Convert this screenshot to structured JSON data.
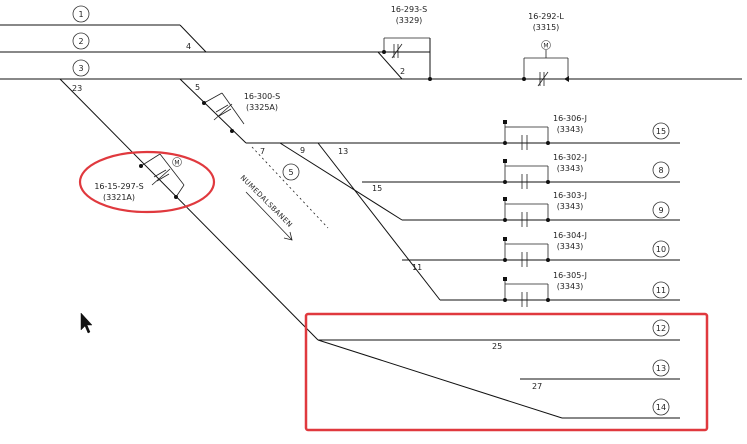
{
  "tracks": [
    {
      "id": "1",
      "label": "1"
    },
    {
      "id": "2",
      "label": "2"
    },
    {
      "id": "3",
      "label": "3"
    },
    {
      "id": "15",
      "label": "15"
    },
    {
      "id": "8",
      "label": "8"
    },
    {
      "id": "9",
      "label": "9"
    },
    {
      "id": "10",
      "label": "10"
    },
    {
      "id": "11",
      "label": "11"
    },
    {
      "id": "12",
      "label": "12"
    },
    {
      "id": "13",
      "label": "13"
    },
    {
      "id": "14",
      "label": "14"
    },
    {
      "id": "5",
      "label": "5"
    }
  ],
  "switches": [
    "4",
    "2",
    "5",
    "23",
    "7",
    "9",
    "13",
    "15",
    "11",
    "25",
    "27"
  ],
  "disconnectors": [
    {
      "code": "16-293-S",
      "ref": "(3329)"
    },
    {
      "code": "16-292-L",
      "ref": "(3315)",
      "motor": "M"
    },
    {
      "code": "16-300-S",
      "ref": "(3325A)"
    },
    {
      "code": "16-15-297-S",
      "ref": "(3321A)",
      "motor": "M"
    },
    {
      "code": "16-306-J",
      "ref": "(3343)"
    },
    {
      "code": "16-302-J",
      "ref": "(3343)"
    },
    {
      "code": "16-303-J",
      "ref": "(3343)"
    },
    {
      "code": "16-304-J",
      "ref": "(3343)"
    },
    {
      "code": "16-305-J",
      "ref": "(3343)"
    }
  ],
  "direction_label": "NUMEDALSBANEN",
  "colors": {
    "line": "#111111",
    "highlight": "#e0393e",
    "background": "#ffffff"
  },
  "icons": {
    "cursor": "mouse-pointer-icon"
  }
}
